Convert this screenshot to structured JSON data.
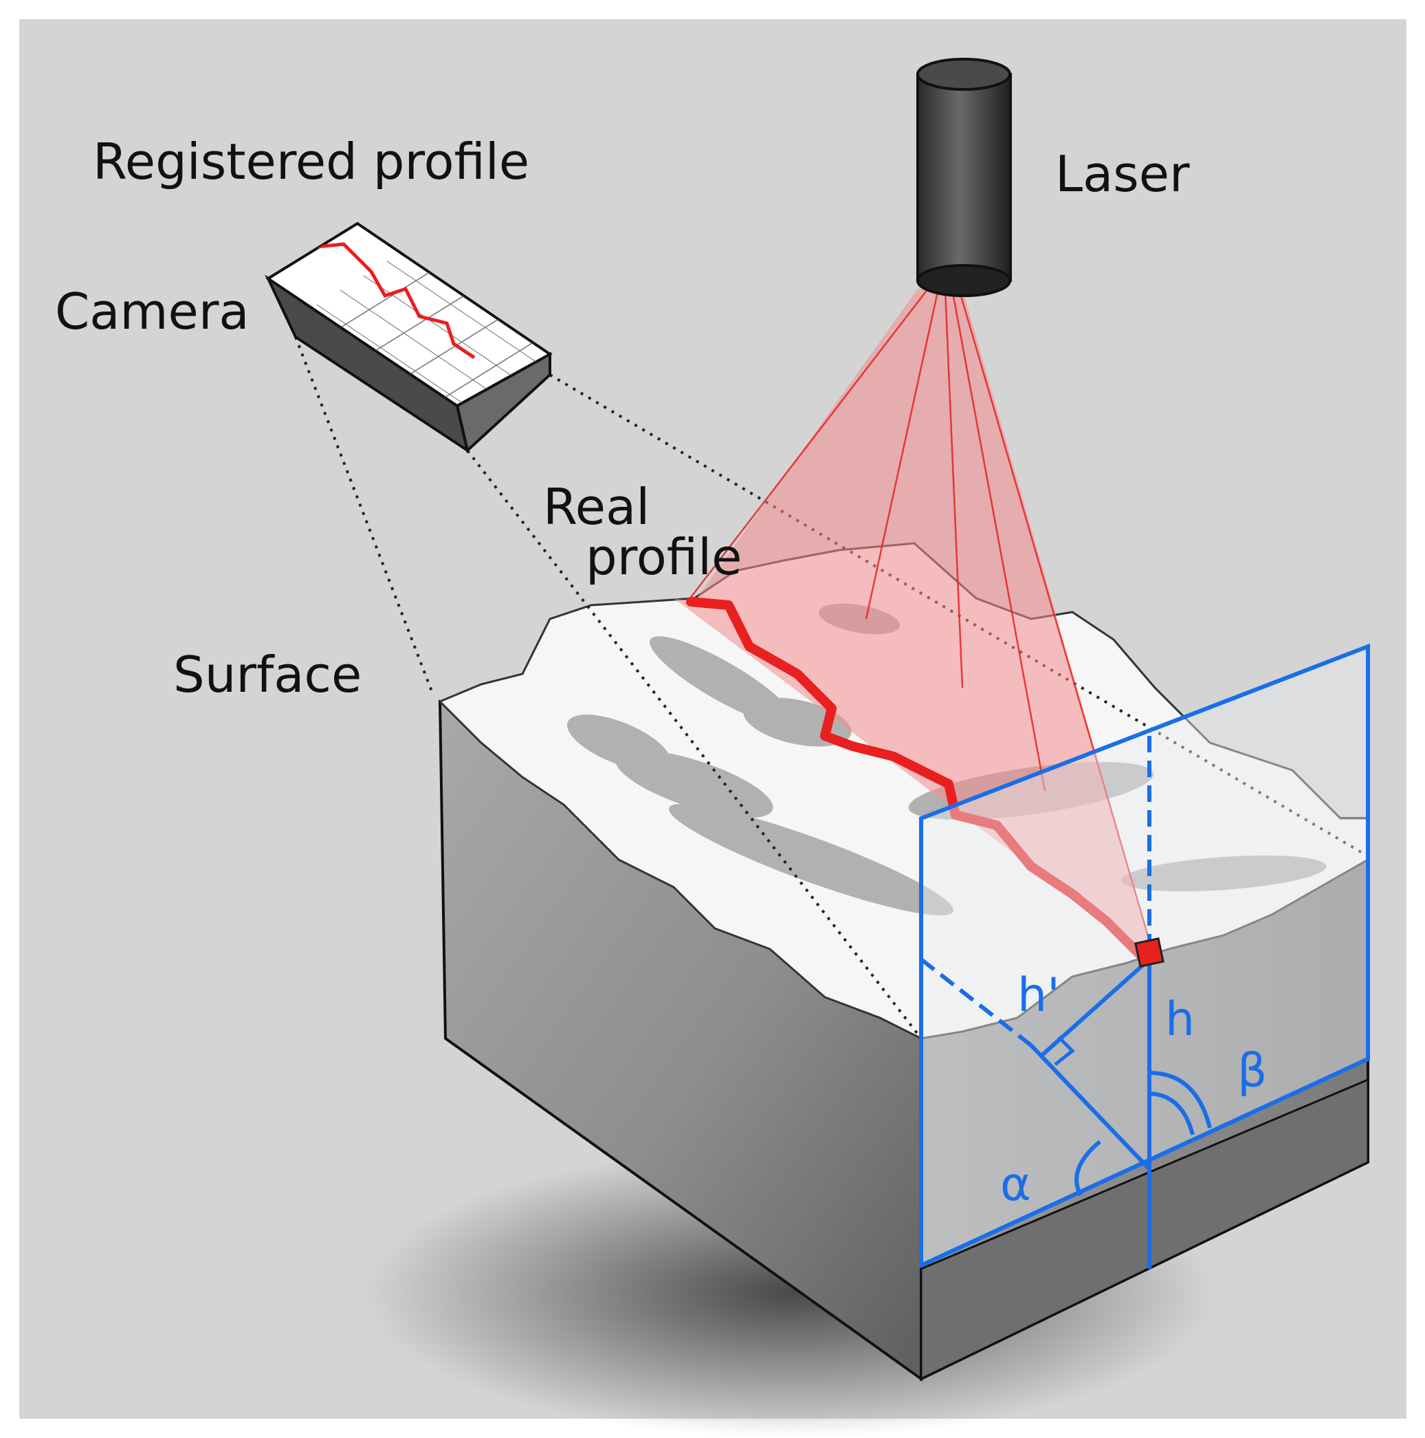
{
  "labels": {
    "registered_profile": "Registered profile",
    "camera": "Camera",
    "laser": "Laser",
    "real_profile_line1": "Real",
    "real_profile_line2": "profile",
    "surface": "Surface"
  },
  "symbols": {
    "h_prime": "h'",
    "h": "h",
    "alpha": "α",
    "beta": "β"
  },
  "colors": {
    "background": "#d4d4d4",
    "laser_red": "#e8201f",
    "beam_fill": "#f38c8c",
    "measurement_blue": "#1a6ee8",
    "block_gray": "#8a8a8a",
    "surface_white": "#f6f6f6"
  }
}
